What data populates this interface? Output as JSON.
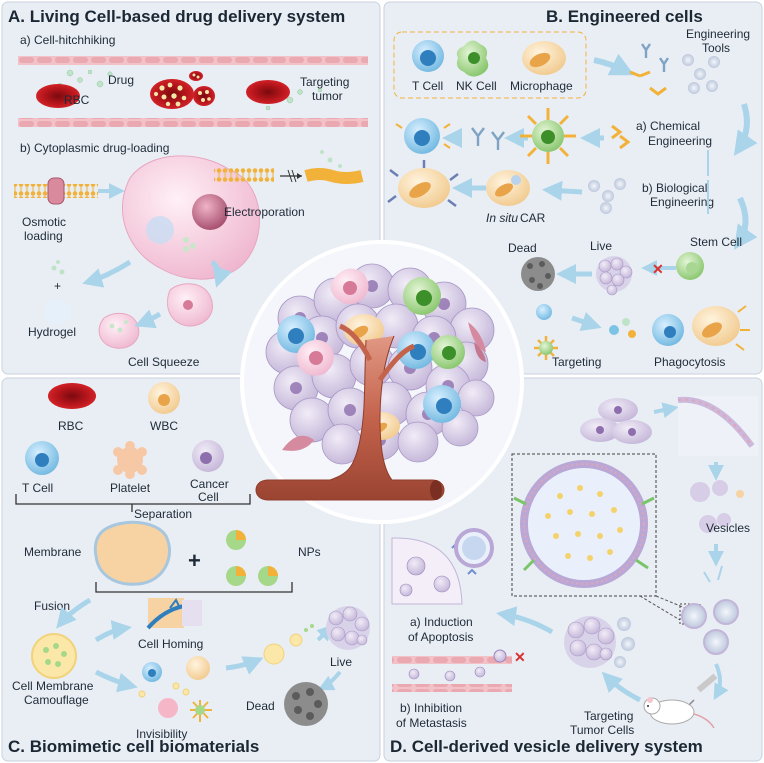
{
  "panels": {
    "a": {
      "title": "A. Living Cell-based drug delivery system",
      "sub_a": "a) Cell-hitchhiking",
      "drug": "Drug",
      "rbc": "RBC",
      "targeting_line1": "Targeting",
      "targeting_line2": "tumor",
      "sub_b": "b) Cytoplasmic drug-loading",
      "osmotic_line1": "Osmotic",
      "osmotic_line2": "loading",
      "electroporation": "Electroporation",
      "plus": "+",
      "hydrogel": "Hydrogel",
      "cell_squeeze": "Cell Squeeze"
    },
    "b": {
      "title": "B. Engineered cells",
      "t_cell": "T Cell",
      "nk_cell": "NK Cell",
      "macrophage": "Microphage",
      "engineering_line1": "Engineering",
      "engineering_line2": "Tools",
      "chem_line1": "a) Chemical",
      "chem_line2": "Engineering",
      "bio_line1": "b) Biological",
      "bio_line2": "Engineering",
      "in_situ": "In situ",
      "car": " CAR",
      "dead": "Dead",
      "live": "Live",
      "stem_cell": "Stem Cell",
      "targeting": "Targeting",
      "phagocytosis": "Phagocytosis"
    },
    "c": {
      "title": "C. Biomimetic cell biomaterials",
      "rbc": "RBC",
      "wbc": "WBC",
      "t_cell": "T Cell",
      "platelet": "Platelet",
      "cancer_line1": "Cancer",
      "cancer_line2": "Cell",
      "separation": "Separation",
      "membrane": "Membrane",
      "plus": "+",
      "nps": "NPs",
      "fusion": "Fusion",
      "cell_homing": "Cell Homing",
      "camo_line1": "Cell Membrane",
      "camo_line2": "Camouflage",
      "invisibility": "Invisibility",
      "live": "Live",
      "dead": "Dead"
    },
    "d": {
      "title": "D. Cell-derived vesicle delivery system",
      "vesicles": "Vesicles",
      "apop_line1": "a) Induction",
      "apop_line2": "of Apoptosis",
      "meta_line1": "b) Inhibition",
      "meta_line2": "of Metastasis",
      "targeting_line1": "Targeting",
      "targeting_line2": "Tumor Cells"
    }
  },
  "colors": {
    "panel_bg": "#e9eef5",
    "panel_border": "#c8d2de",
    "arrow": "#a9d4ea",
    "rbc_red": "#c0151b",
    "tcell_blue": "#7cc3e6",
    "nk_green": "#7dbf5c",
    "macrophage": "#f7d9a6",
    "tumor_lilac": "#cbbfdc",
    "vessel": "#c8705a"
  }
}
